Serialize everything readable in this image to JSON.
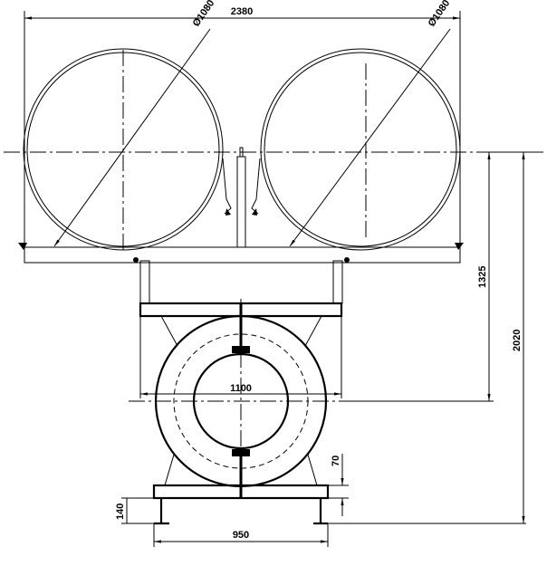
{
  "drawing": {
    "dimensions": {
      "overall_width": "2380",
      "left_diameter": "Ø1080",
      "right_diameter": "Ø1080",
      "ring_width": "1100",
      "center_height": "1325",
      "total_height": "2020",
      "leg_height": "140",
      "plate_thickness": "70",
      "base_width": "950"
    }
  }
}
